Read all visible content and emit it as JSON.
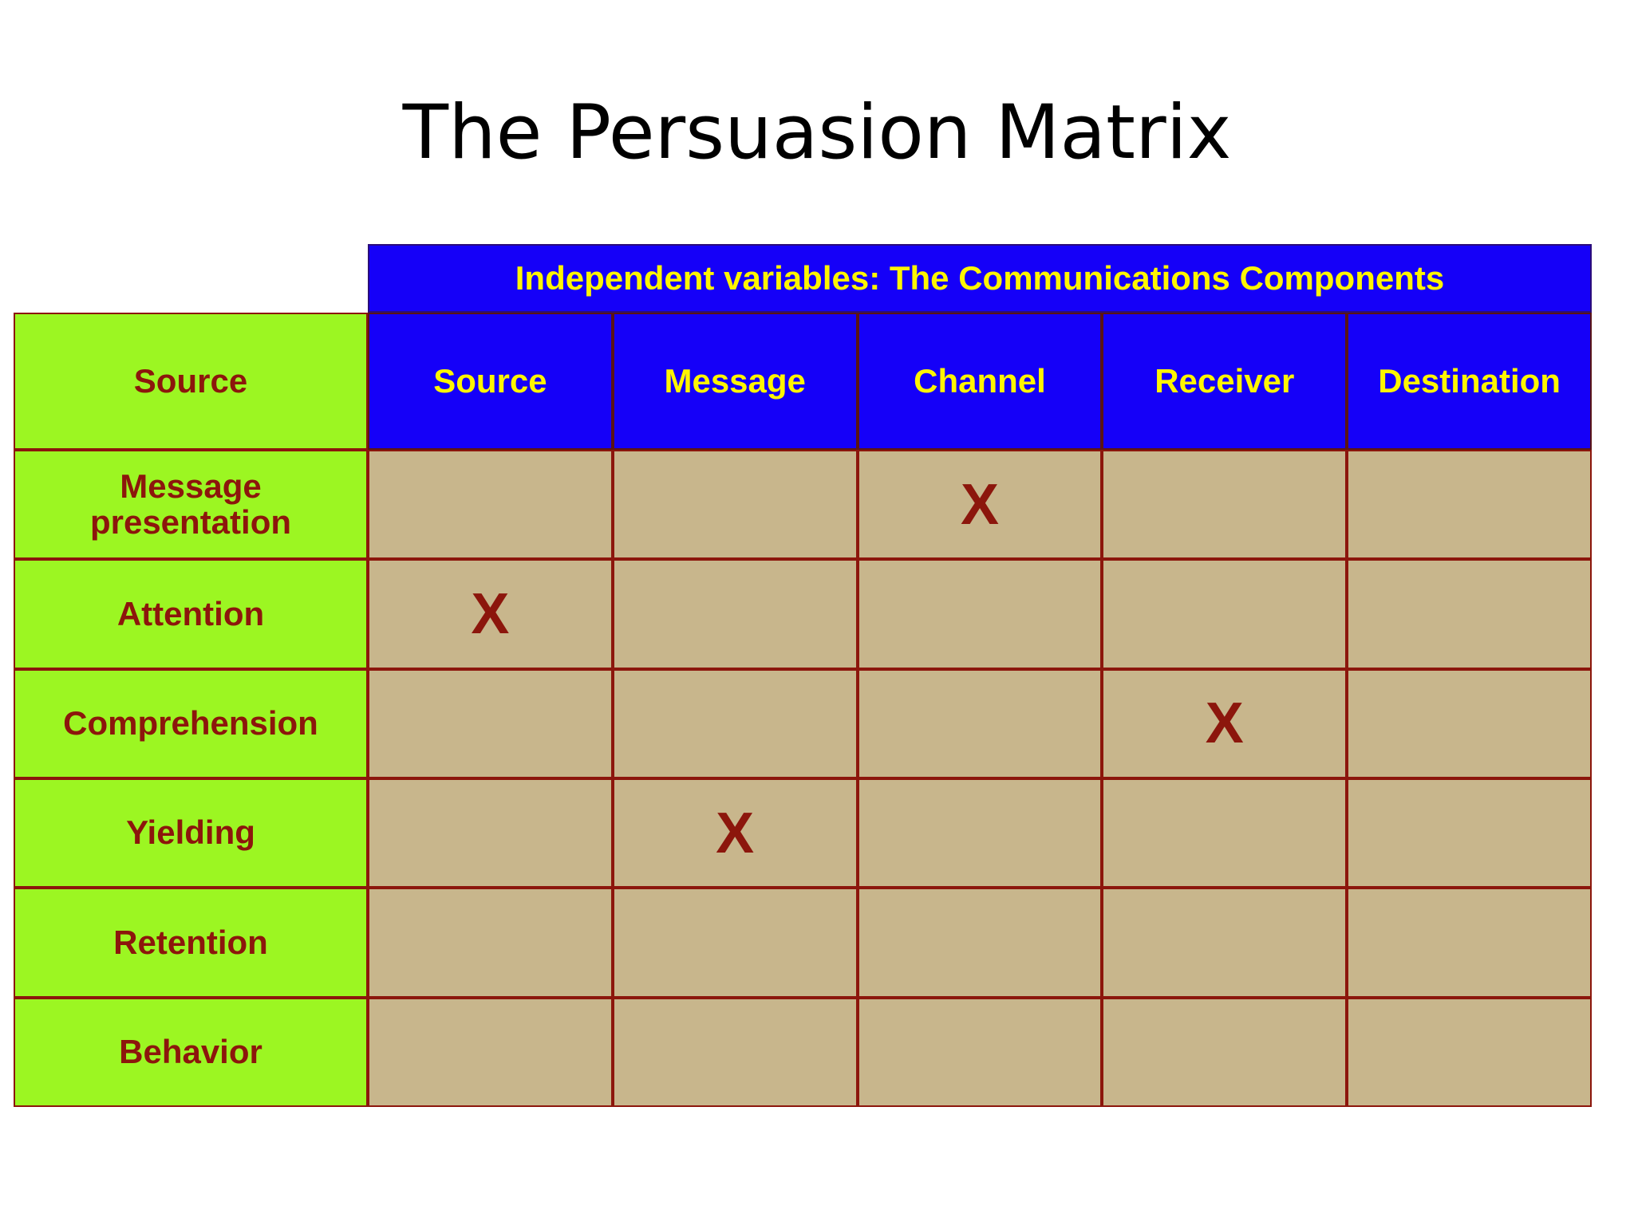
{
  "title": "The Persuasion Matrix",
  "colors": {
    "header_blue": "#1500F8",
    "header_text_yellow": "#FFF500",
    "row_label_green": "#9CF622",
    "cell_tan": "#C8B68C",
    "dark_red": "#8C160C",
    "background": "#FFFFFF"
  },
  "matrix": {
    "superheader": "Independent variables: The Communications Components",
    "corner_label": "Source",
    "column_headers": [
      "Source",
      "Message",
      "Channel",
      "Receiver",
      "Destination"
    ],
    "row_labels": [
      "Message presentation",
      "Attention",
      "Comprehension",
      "Yielding",
      "Retention",
      "Behavior"
    ],
    "mark_glyph": "X",
    "cells": [
      [
        "",
        "",
        "X",
        "",
        ""
      ],
      [
        "X",
        "",
        "",
        "",
        ""
      ],
      [
        "",
        "",
        "",
        "X",
        ""
      ],
      [
        "",
        "X",
        "",
        "",
        ""
      ],
      [
        "",
        "",
        "",
        "",
        ""
      ],
      [
        "",
        "",
        "",
        "",
        ""
      ]
    ]
  }
}
